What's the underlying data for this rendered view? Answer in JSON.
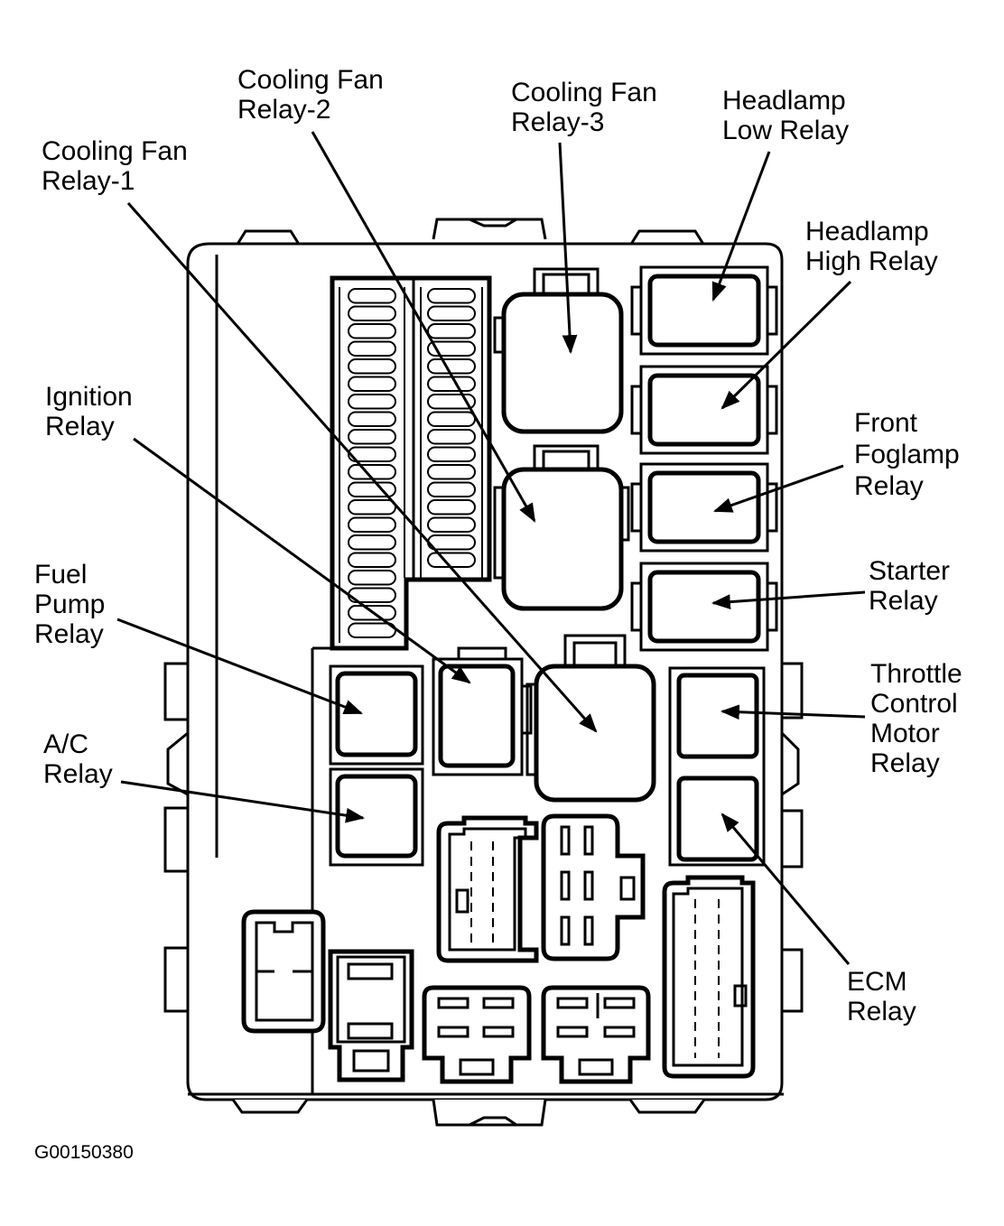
{
  "labels": {
    "cooling_fan_relay_1": [
      "Cooling Fan",
      "Relay-1"
    ],
    "cooling_fan_relay_2": [
      "Cooling Fan",
      "Relay-2"
    ],
    "cooling_fan_relay_3": [
      "Cooling Fan",
      "Relay-3"
    ],
    "headlamp_low_relay": [
      "Headlamp",
      "Low Relay"
    ],
    "headlamp_high_relay": [
      "Headlamp",
      "High Relay"
    ],
    "ignition_relay": [
      "Ignition",
      "Relay"
    ],
    "front_foglamp_relay": [
      "Front",
      "Foglamp",
      "Relay"
    ],
    "starter_relay": [
      "Starter",
      "Relay"
    ],
    "fuel_pump_relay": [
      "Fuel",
      "Pump",
      "Relay"
    ],
    "throttle_control_motor_relay": [
      "Throttle",
      "Control",
      "Motor",
      "Relay"
    ],
    "ac_relay": [
      "A/C",
      "Relay"
    ],
    "ecm_relay": [
      "ECM",
      "Relay"
    ]
  },
  "figure_code": "G00150380"
}
